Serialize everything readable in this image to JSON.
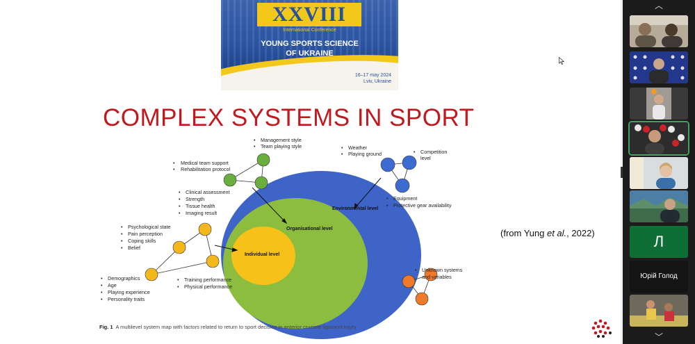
{
  "banner": {
    "roman": "XXVIII",
    "subtitle": "International Conference",
    "name_line1": "YOUNG SPORTS SCIENCE",
    "name_line2": "OF UKRAINE",
    "dates": "16–17 may 2024",
    "location": "Lviv, Ukraine"
  },
  "slide_title": "COMPLEX SYSTEMS IN SPORT",
  "diagram": {
    "levels": {
      "environmental": "Environmental level",
      "organisational": "Organisational level",
      "individual": "Individual level"
    },
    "groups": [
      [
        "Management style",
        "Team playing style"
      ],
      [
        "Medical team support",
        "Rehabilitation protocol"
      ],
      [
        "Clinical assessment",
        "Strength",
        "Tissue health",
        "Imaging result"
      ],
      [
        "Weather",
        "Playing ground"
      ],
      [
        "Competition",
        "level"
      ],
      [
        "Equipment",
        "Protective gear availability"
      ],
      [
        "Psychological state",
        "Pain perception",
        "Coping skills",
        "Belief"
      ],
      [
        "Demographics",
        "Age",
        "Playing experience",
        "Personality traits"
      ],
      [
        "Training performance",
        "Physical performance"
      ],
      [
        "Unknown systems",
        "and variables"
      ]
    ]
  },
  "caption": {
    "label": "Fig. 1",
    "text": "A multilevel system map with factors related to return to sport decision in anterior cruciate ligament injury"
  },
  "citation": {
    "prefix": "(from Yung ",
    "italic": "et al.",
    "suffix": ", 2022)"
  },
  "participants": {
    "up_arrow": "︿",
    "down_arrow": "﹀",
    "l_initial": "Л",
    "name": "Юрій Голод"
  },
  "colors": {
    "title": "#c0191e",
    "env": "#3f64c8",
    "org": "#8dbd3f",
    "ind": "#f6c21a",
    "node_green": "#6aae3e",
    "node_blue": "#3d6bd1",
    "node_yellow": "#f5b81c",
    "node_orange": "#ef7a2a"
  }
}
